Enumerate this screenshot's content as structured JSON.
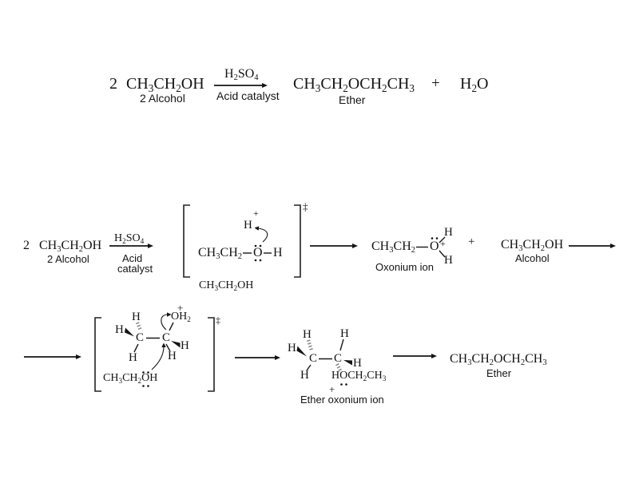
{
  "overall": {
    "coefficient": "2",
    "alcohol_formula": "CH{3}CH{2}OH",
    "alcohol_label": "2 Alcohol",
    "catalyst": "H{2}SO{4}",
    "catalyst_label": "Acid catalyst",
    "ether_formula": "CH{3}CH{2}OCH{2}CH{3}",
    "ether_label": "Ether",
    "plus": "+",
    "water_formula": "H{2}O"
  },
  "step1": {
    "coefficient": "2",
    "alcohol_formula": "CH{3}CH{2}OH",
    "alcohol_label": "2 Alcohol",
    "catalyst": "H{2}SO{4}",
    "catalyst_label_line1": "Acid",
    "catalyst_label_line2": "catalyst",
    "transition_state": {
      "dagger": "‡",
      "proton": "H",
      "proton_charge": "+",
      "ethyl": "CH{3}CH{2}",
      "oxygen": "O",
      "hydroxyl_h": "H",
      "spectator_formula": "CH{3}CH{2}OH"
    },
    "oxonium": {
      "ethyl": "CH{3}CH{2}",
      "oxygen": "O",
      "charge": "+",
      "h_top": "H",
      "h_bottom": "H",
      "label": "Oxonium ion"
    },
    "plus": "+",
    "nucleophile_formula": "CH{3}CH{2}OH",
    "nucleophile_label": "Alcohol"
  },
  "step2": {
    "transition_state": {
      "dagger": "‡",
      "leaving_charge": "+",
      "leaving_group": "OH{2}",
      "c": "C",
      "h": "H",
      "attacker_formula": "CH{3}CH{2}OH"
    },
    "ether_oxonium": {
      "c": "C",
      "h": "H",
      "oxy_group": "HOCH{2}CH{3}",
      "charge": "+",
      "label": "Ether oxonium ion"
    },
    "product_formula": "CH{3}CH{2}OCH{2}CH{3}",
    "product_label": "Ether"
  }
}
